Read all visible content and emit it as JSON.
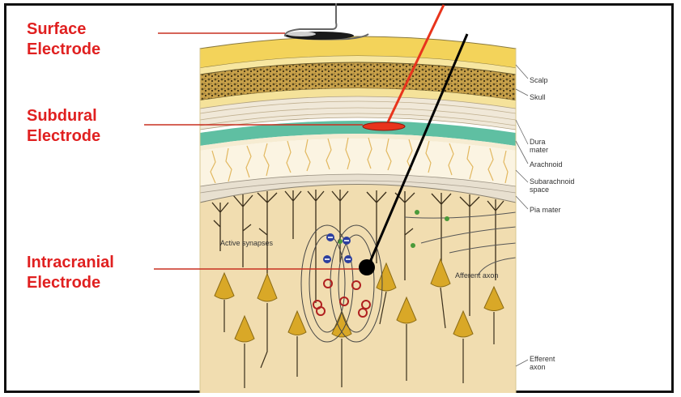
{
  "labels": {
    "surface": [
      "Surface",
      "Electrode"
    ],
    "subdural": [
      "Subdural",
      "Electrode"
    ],
    "intracranial": [
      "Intracranial",
      "Electrode"
    ]
  },
  "anatomy": {
    "scalp": "Scalp",
    "skull": "Skull",
    "dura": [
      "Dura",
      "mater"
    ],
    "arachnoid": "Arachnoid",
    "subarachnoid": [
      "Subarachnoid",
      "space"
    ],
    "pia": "Pia mater",
    "efferent": [
      "Efferent",
      "axon"
    ],
    "active_synapses": "Active synapses",
    "afferent": "Afferent axon"
  },
  "colors": {
    "label_red": "#e02020",
    "scalp": "#f3d35a",
    "skull_speckle": "#6b5a2a",
    "arachnoid_green": "#5fbfa2",
    "tissue": "#f1ddb0",
    "neuron": "#d9a827"
  }
}
